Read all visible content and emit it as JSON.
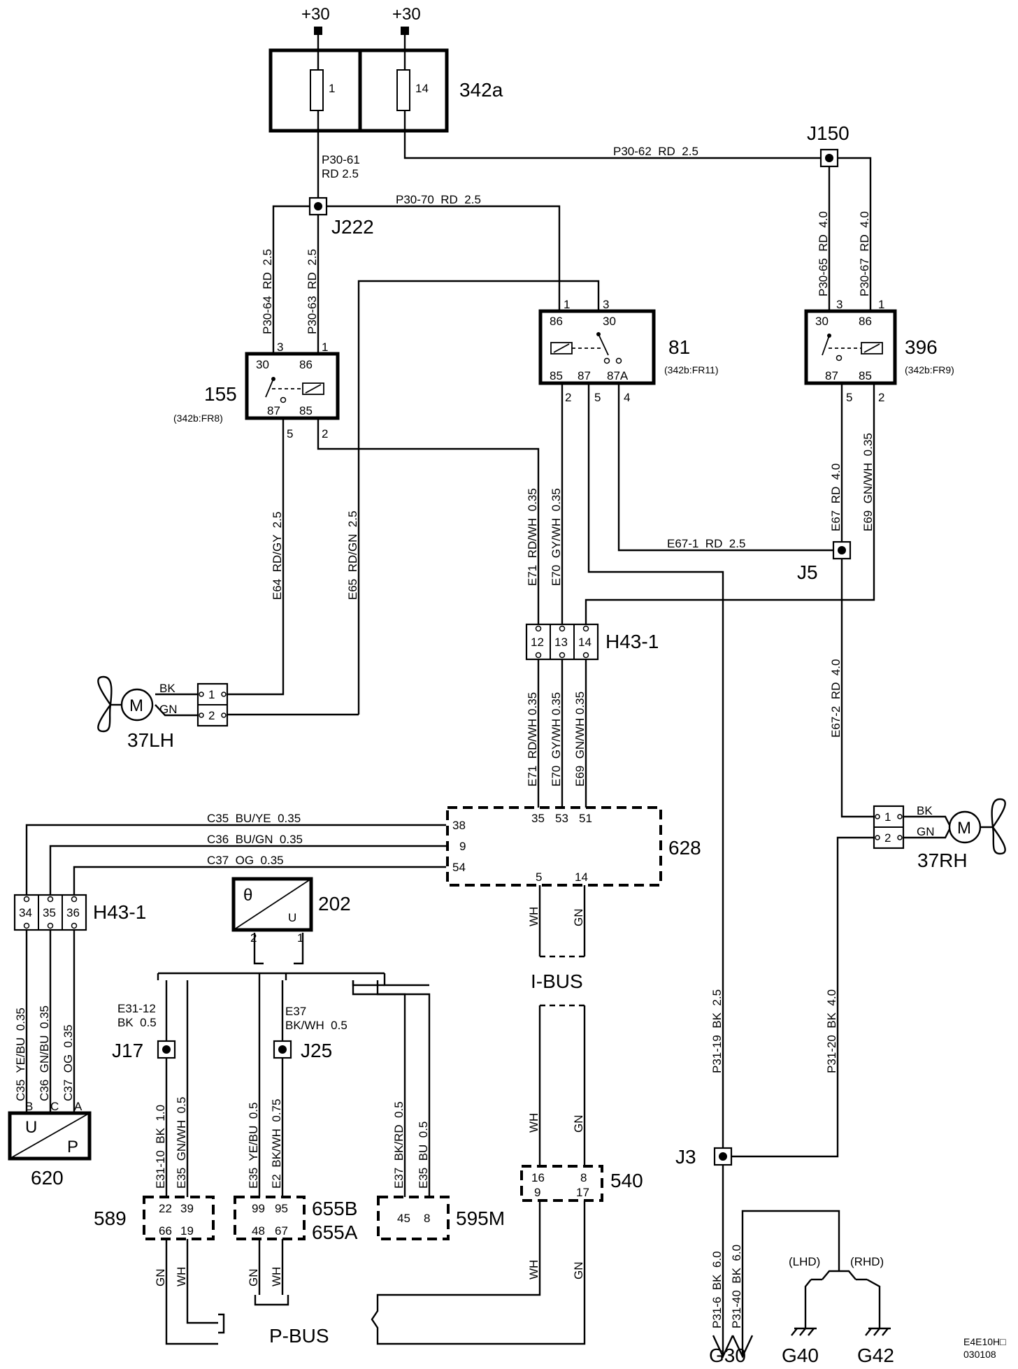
{
  "diagram": {
    "ref": "E4E10H□",
    "date": "030108",
    "supplies": [
      "+30",
      "+30"
    ],
    "fusebox": {
      "id": "342a",
      "fuses": [
        "1",
        "14"
      ]
    },
    "components": {
      "relay_155": {
        "id": "155",
        "ref": "(342b:FR8)",
        "pins": [
          "30",
          "86",
          "87",
          "85",
          "3",
          "1",
          "5",
          "2"
        ]
      },
      "relay_81": {
        "id": "81",
        "ref": "(342b:FR11)",
        "pins": [
          "86",
          "30",
          "85",
          "87",
          "87A",
          "1",
          "3",
          "2",
          "5",
          "4"
        ]
      },
      "relay_396": {
        "id": "396",
        "ref": "(342b:FR9)",
        "pins": [
          "30",
          "86",
          "87",
          "85",
          "3",
          "1",
          "5",
          "2"
        ]
      },
      "motor_lh": {
        "id": "37LH",
        "wire1": "BK",
        "wire2": "GN",
        "pin1": "1",
        "pin2": "2",
        "symbol": "M"
      },
      "motor_rh": {
        "id": "37RH",
        "wire1": "BK",
        "wire2": "GN",
        "pin1": "1",
        "pin2": "2",
        "symbol": "M"
      },
      "h43_top": {
        "id": "H43-1",
        "pins": [
          "12",
          "13",
          "14"
        ]
      },
      "h43_left": {
        "id": "H43-1",
        "pins": [
          "34",
          "35",
          "36"
        ]
      },
      "ecu_628": {
        "id": "628",
        "pins_top": [
          "35",
          "53",
          "51"
        ],
        "pins_left": [
          "38",
          "9",
          "54"
        ],
        "pins_bottom": [
          "5",
          "14"
        ]
      },
      "sensor_202": {
        "id": "202",
        "theta": "θ",
        "u": "U",
        "pins": [
          "2",
          "1"
        ]
      },
      "sensor_620": {
        "id": "620",
        "u": "U",
        "p": "P",
        "pins": [
          "B",
          "C",
          "A"
        ]
      },
      "mod_540": {
        "id": "540",
        "pins": [
          "16",
          "8",
          "9",
          "17"
        ]
      },
      "mod_589": {
        "id": "589",
        "pins": [
          "22",
          "39",
          "66",
          "19"
        ]
      },
      "mod_655": {
        "id_b": "655B",
        "id_a": "655A",
        "pins": [
          "99",
          "95",
          "48",
          "67"
        ]
      },
      "mod_595m": {
        "id": "595M",
        "pins": [
          "45",
          "8"
        ]
      }
    },
    "junctions": {
      "j150": "J150",
      "j222": "J222",
      "j5": "J5",
      "j17": "J17",
      "j25": "J25",
      "j3": "J3"
    },
    "grounds": {
      "g30": "G30",
      "g40": "G40",
      "g42": "G42",
      "lhd": "(LHD)",
      "rhd": "(RHD)"
    },
    "buses": {
      "ibus": "I-BUS",
      "pbus": "P-BUS"
    },
    "wires": {
      "p30_61": "P30-61",
      "p30_61_spec": "RD 2.5",
      "p30_62": "P30-62  RD  2.5",
      "p30_70": "P30-70  RD  2.5",
      "p30_64": "P30-64  RD  2.5",
      "p30_63": "P30-63  RD  2.5",
      "p30_65": "P30-65  RD  4.0",
      "p30_67": "P30-67  RD  4.0",
      "e64": "E64  RD/GY  2.5",
      "e65": "E65  RD/GN  2.5",
      "e71a": "E71  RD/WH  0.35",
      "e70a": "E70  GY/WH  0.35",
      "e67": "E67  RD  4.0",
      "e69a": "E69  GN/WH  0.35",
      "e67_1": "E67-1  RD  2.5",
      "e71b": "E71  RD/WH 0.35",
      "e70b": "E70  GY/WH 0.35",
      "e69b": "E69  GN/WH 0.35",
      "e67_2": "E67-2  RD  4.0",
      "c35": "C35  BU/YE  0.35",
      "c36": "C36  BU/GN  0.35",
      "c37": "C37  OG  0.35",
      "c35v": "C35  YE/BU  0.35",
      "c36v": "C36  GN/BU  0.35",
      "c37v": "C37  OG  0.35",
      "wh": "WH",
      "gn": "GN",
      "e31_12_a": "E31-12",
      "e31_12_b": "BK  0.5",
      "e37_a": "E37",
      "e37_b": "BK/WH  0.5",
      "e31_10": "E31-10  BK  1.0",
      "e35a": "E35  GN/WH  0.5",
      "e35b": "E35  YE/BU  0.5",
      "e2": "E2  BK/WH  0.75",
      "e37c": "E37  BK/RD  0.5",
      "e35c": "E35  BU  0.5",
      "p31_19": "P31-19  BK  2.5",
      "p31_20": "P31-20  BK  4.0",
      "p31_6": "P31-6  BK  6.0",
      "p31_40": "P31-40  BK  6.0"
    }
  }
}
